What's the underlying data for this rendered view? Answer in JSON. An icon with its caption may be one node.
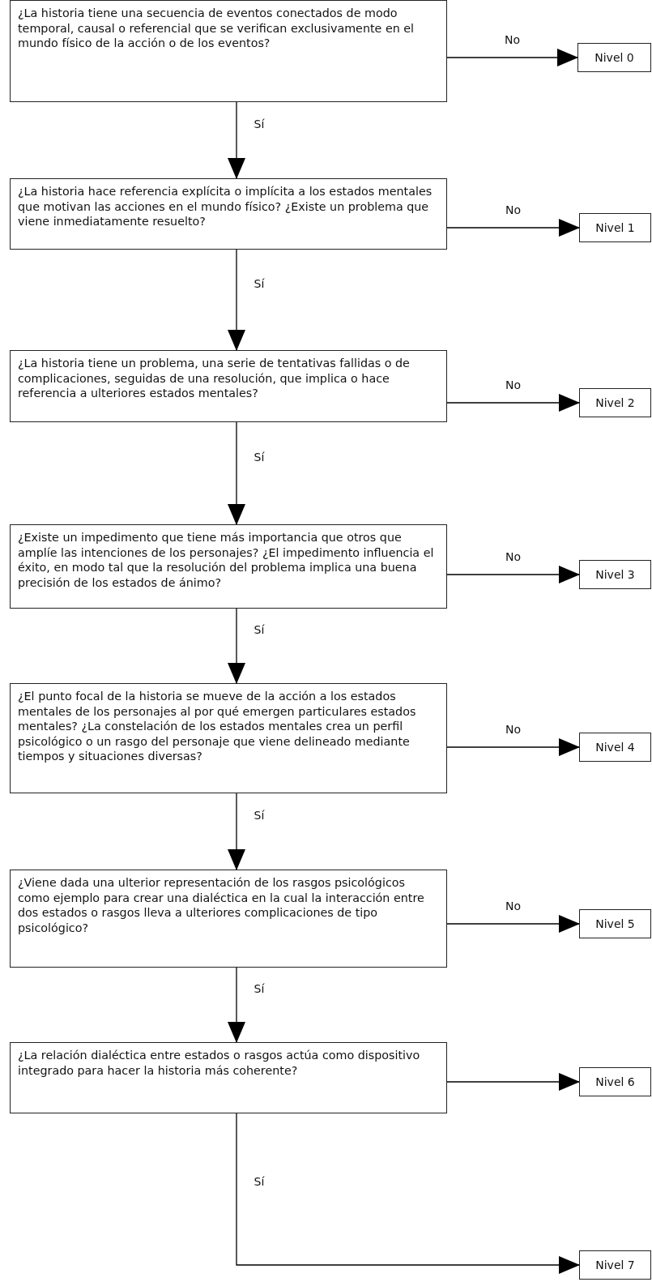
{
  "diagram": {
    "nodes": [
      {
        "text": [
          "¿La historia tiene una secuencia de eventos conectados de modo temporal, causal o referencial que se verifican exclusivamente en el mundo físico de la acción o de los eventos?"
        ]
      },
      {
        "text": [
          "Nivel 0"
        ]
      },
      {
        "text": [
          "¿La historia hace referencia explícita o implícita a los estados mentales que motivan las acciones en el mundo físico? ¿Existe un problema que viene inmediatamente resuelto?"
        ]
      },
      {
        "text": [
          "Nivel 1"
        ]
      },
      {
        "text": [
          "¿La historia tiene un problema, una serie de tentativas fallidas o de complicaciones, seguidas de una resolución, que implica o hace referencia a ulteriores estados mentales?"
        ]
      },
      {
        "text": [
          "Nivel 2"
        ]
      },
      {
        "text": [
          "¿Existe un impedimento que tiene más importancia que otros que amplíe las intenciones de los personajes? ¿El impedimento influencia el éxito, en modo tal que la resolución del problema implica una buena precisión de los estados de ánimo?"
        ]
      },
      {
        "text": [
          "Nivel 3"
        ]
      },
      {
        "text": [
          "¿El punto focal de la historia se mueve de la acción a los estados mentales de los personajes al por qué emergen particulares estados mentales? ¿La constelación de los estados mentales crea un perfil psicológico o un rasgo del personaje que viene delineado mediante tiempos y situaciones diversas?"
        ]
      },
      {
        "text": [
          "Nivel 4"
        ]
      },
      {
        "text": [
          "¿Viene dada una ulterior representación de los rasgos psicológicos como ejemplo para crear una dialéctica en la cual la interacción entre dos estados o rasgos lleva a ulteriores complicaciones de tipo psicológico?"
        ]
      },
      {
        "text": [
          "Nivel 5"
        ]
      },
      {
        "text": [
          "¿La relación dialéctica entre estados o rasgos actúa como dispositivo integrado para hacer la historia más coherente?"
        ]
      },
      {
        "text": [
          "Nivel 6"
        ]
      },
      {
        "text": [
          "Nivel 7"
        ]
      }
    ],
    "edges": [
      {
        "from": 0,
        "to": 1,
        "arrow": "to",
        "label": "No"
      },
      {
        "from": 0,
        "to": 2,
        "arrow": "to",
        "label": "Sí"
      },
      {
        "from": 2,
        "to": 3,
        "arrow": "to",
        "label": "No"
      },
      {
        "from": 2,
        "to": 4,
        "arrow": "to",
        "label": "Sí"
      },
      {
        "from": 4,
        "to": 5,
        "arrow": "to",
        "label": "No"
      },
      {
        "from": 4,
        "to": 6,
        "arrow": "to",
        "label": "Sí"
      },
      {
        "from": 6,
        "to": 7,
        "arrow": "to",
        "label": "No"
      },
      {
        "from": 6,
        "to": 8,
        "arrow": "to",
        "label": "Sí"
      },
      {
        "from": 8,
        "to": 9,
        "arrow": "to",
        "label": "No"
      },
      {
        "from": 8,
        "to": 10,
        "arrow": "to",
        "label": "Sí"
      },
      {
        "from": 10,
        "to": 11,
        "arrow": "to",
        "label": "No"
      },
      {
        "from": 10,
        "to": 12,
        "arrow": "to",
        "label": "Sí"
      },
      {
        "from": 12,
        "to": 13,
        "arrow": "to"
      },
      {
        "from": 12,
        "to": 14,
        "arrow": "to",
        "label": "Sí"
      }
    ]
  }
}
